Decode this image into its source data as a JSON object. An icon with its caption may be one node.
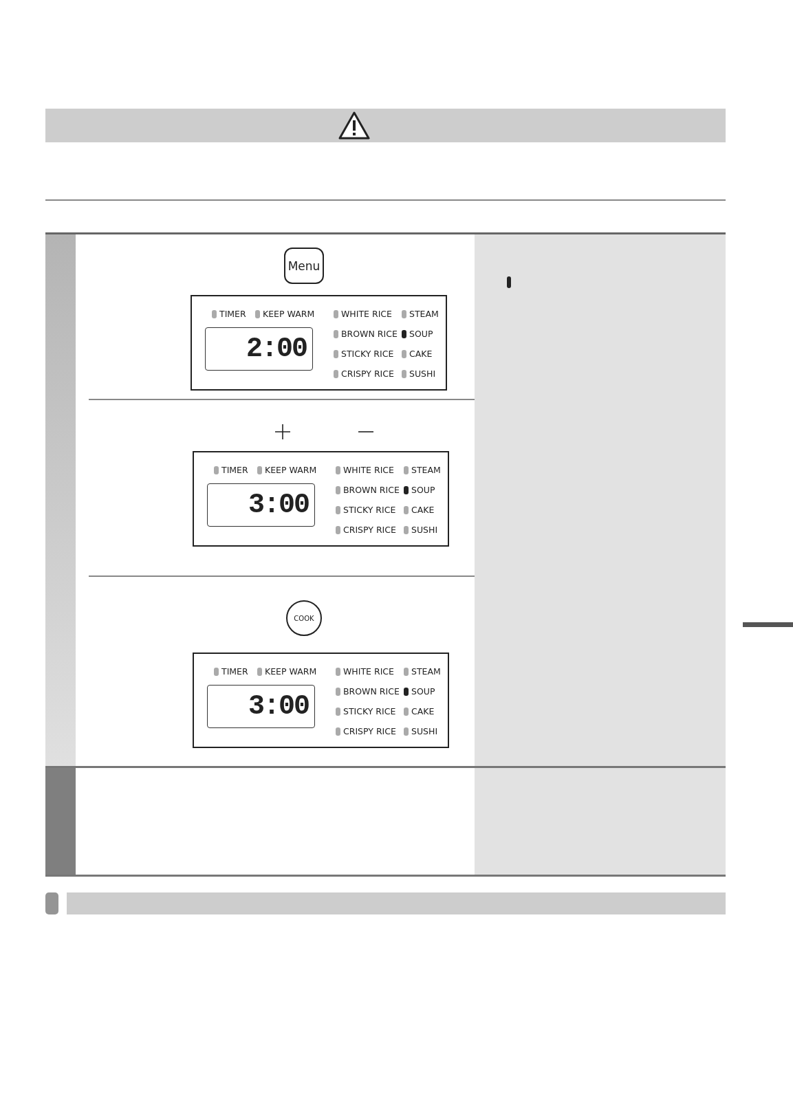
{
  "diagram": {
    "nodes": [
      {
        "text": [
          "Menu"
        ]
      },
      {
        "text": [
          "TIMER",
          "KEEP WARM",
          "WHITE RICE",
          "STEAM",
          "BROWN RICE",
          "SOUP",
          "STICKY RICE",
          "CAKE",
          "CRISPY RICE",
          "SUSHI"
        ]
      },
      {
        "text": [
          "2:00"
        ],
        "in": 1
      },
      {
        "text": [
          "TIMER",
          "KEEP WARM",
          "WHITE RICE",
          "STEAM",
          "BROWN RICE",
          "SOUP",
          "STICKY RICE",
          "CAKE",
          "CRISPY RICE",
          "SUSHI"
        ]
      },
      {
        "text": [
          "3:00"
        ],
        "in": 3
      },
      {
        "text": [
          "COOK"
        ]
      },
      {
        "text": [
          "TIMER",
          "KEEP WARM",
          "WHITE RICE",
          "STEAM",
          "BROWN RICE",
          "SOUP",
          "STICKY RICE",
          "CAKE",
          "CRISPY RICE",
          "SUSHI"
        ]
      },
      {
        "text": [
          "3:00"
        ],
        "in": 6
      }
    ]
  }
}
